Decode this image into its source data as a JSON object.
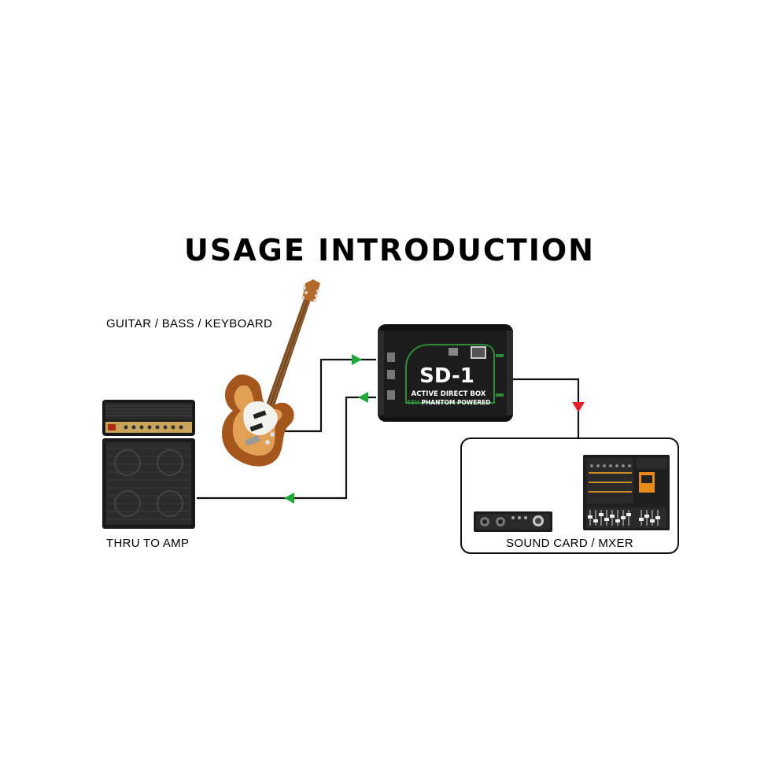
{
  "title": "USAGE INTRODUCTION",
  "labels": {
    "instrument": "GUITAR / BASS / KEYBOARD",
    "amp": "THRU TO AMP",
    "destination": "SOUND CARD  /  MXER"
  },
  "device": {
    "model": "SD-1",
    "line1": "ACTIVE DIRECT BOX",
    "line2_voltage": "48V",
    "line2_text": " PHANTOM POWERED"
  },
  "colors": {
    "signal_in": "#1fa83a",
    "signal_out": "#e0202a",
    "device_accent": "#2e8b3a"
  }
}
